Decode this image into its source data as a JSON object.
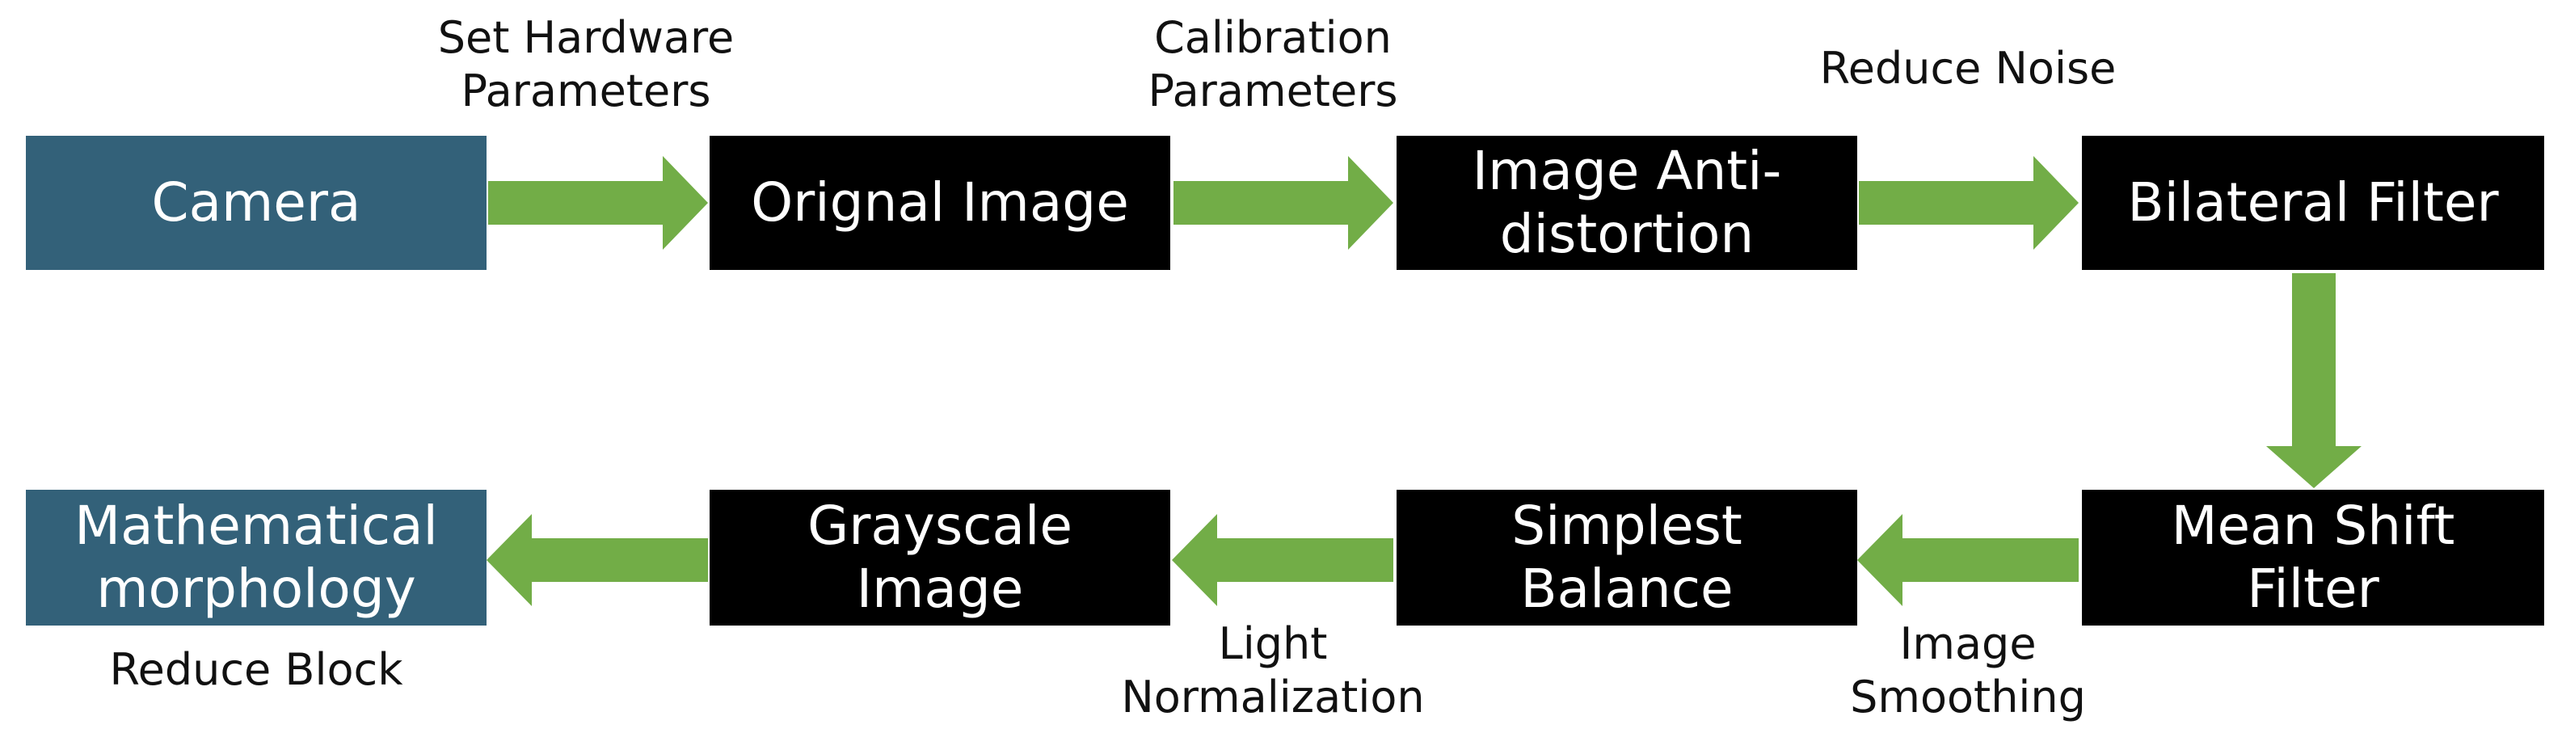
{
  "colors": {
    "dark_node": "#000000",
    "source_node": "#336179",
    "arrow": "#72AD47",
    "node_text": "#FFFFFF",
    "label_text": "#111111"
  },
  "nodes": {
    "camera": "Camera",
    "original_image": "Orignal Image",
    "anti_distortion": "Image Anti-\ndistortion",
    "bilateral_filter": "Bilateral Filter",
    "mean_shift_filter": "Mean Shift\nFilter",
    "simplest_balance": "Simplest\nBalance",
    "grayscale_image": "Grayscale\nImage",
    "mathematical_morphology": "Mathematical\nmorphology"
  },
  "edge_labels": {
    "set_hardware_parameters": "Set Hardware\nParameters",
    "calibration_parameters": "Calibration\nParameters",
    "reduce_noise": "Reduce Noise",
    "image_smoothing": "Image\nSmoothing",
    "light_normalization": "Light\nNormalization",
    "reduce_block": "Reduce Block"
  }
}
